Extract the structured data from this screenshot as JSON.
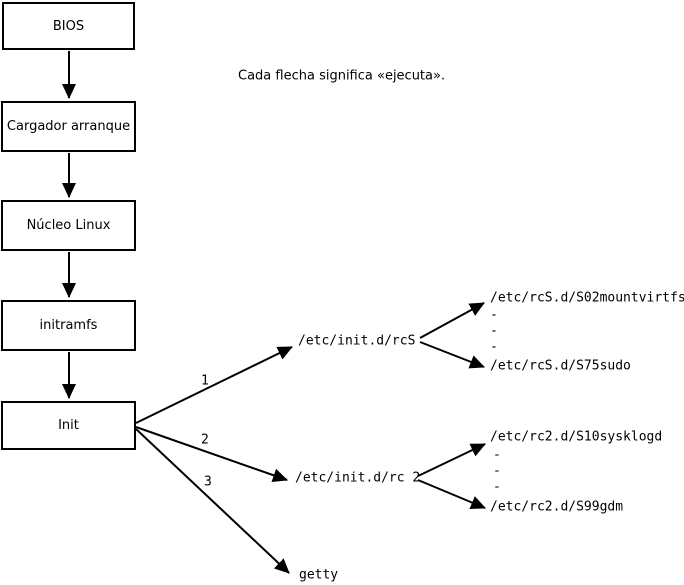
{
  "annotation": "Cada flecha significa «ejecuta».",
  "boot_chain": {
    "boxes": [
      {
        "label": "BIOS"
      },
      {
        "label": "Cargador arranque"
      },
      {
        "label": "Núcleo Linux"
      },
      {
        "label": "initramfs"
      },
      {
        "label": "Init"
      }
    ]
  },
  "init_branches": {
    "arrow_labels": [
      "1",
      "2",
      "3"
    ],
    "targets": [
      {
        "label": "/etc/init.d/rcS"
      },
      {
        "label": "/etc/init.d/rc 2"
      },
      {
        "label": "getty"
      }
    ]
  },
  "rcS_children": {
    "first": "/etc/rcS.d/S02mountvirtfs",
    "dots": [
      "-",
      "-",
      "-"
    ],
    "last": "/etc/rcS.d/S75sudo"
  },
  "rc2_children": {
    "first": "/etc/rc2.d/S10sysklogd",
    "dots": [
      "-",
      "-",
      "-"
    ],
    "last": "/etc/rc2.d/S99gdm"
  },
  "colors": {
    "line": "#000000",
    "background": "#ffffff"
  }
}
